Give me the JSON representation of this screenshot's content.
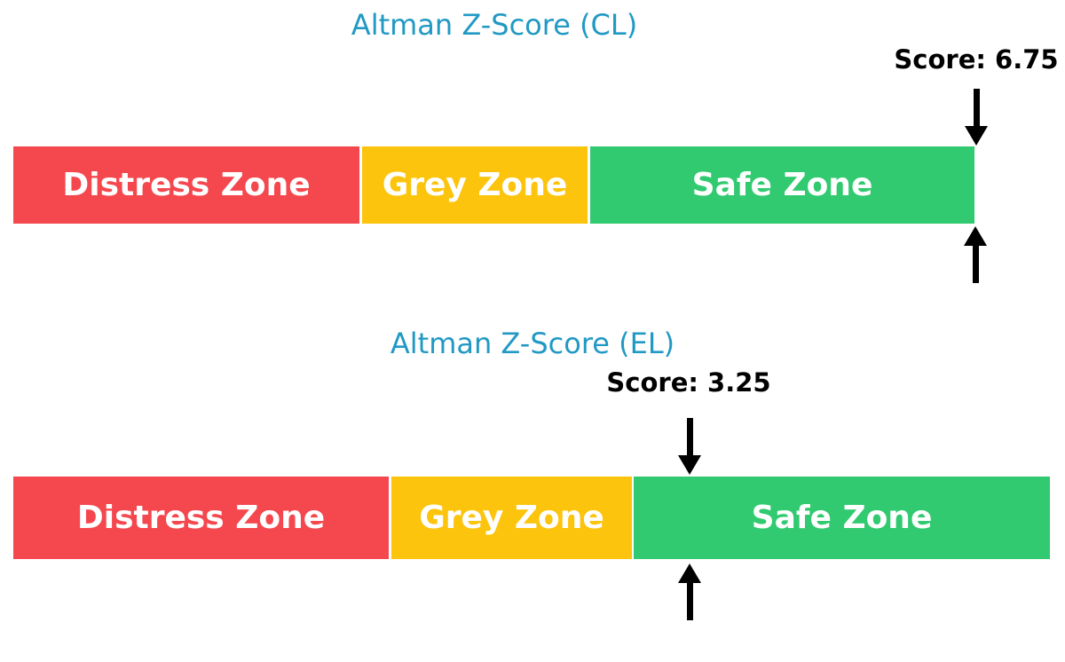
{
  "figure": {
    "background": "#ffffff",
    "accent_blue": "#2199C4",
    "arrow_color": "#000000",
    "score_color": "#000000",
    "zone_label_color": "#ffffff"
  },
  "chart_data": [
    {
      "type": "bar",
      "orientation": "horizontal",
      "title": "Altman Z-Score (CL)",
      "score": 6.75,
      "score_label": "Score: 6.75",
      "xlim": [
        0,
        5
      ],
      "zones": [
        {
          "label": "Distress Zone",
          "from": 0,
          "to": 1.8,
          "color": "#F4484E"
        },
        {
          "label": "Grey Zone",
          "from": 1.8,
          "to": 3.0,
          "color": "#FCC40D"
        },
        {
          "label": "Safe Zone",
          "from": 3.0,
          "to": 5.0,
          "color": "#32CA70"
        }
      ]
    },
    {
      "type": "bar",
      "orientation": "horizontal",
      "title": "Altman Z-Score (EL)",
      "score": 3.25,
      "score_label": "Score: 3.25",
      "xlim": [
        0,
        5
      ],
      "zones": [
        {
          "label": "Distress Zone",
          "from": 0,
          "to": 1.8,
          "color": "#F4484E"
        },
        {
          "label": "Grey Zone",
          "from": 1.8,
          "to": 3.0,
          "color": "#FCC40D"
        },
        {
          "label": "Safe Zone",
          "from": 3.0,
          "to": 5.0,
          "color": "#32CA70"
        }
      ]
    }
  ]
}
